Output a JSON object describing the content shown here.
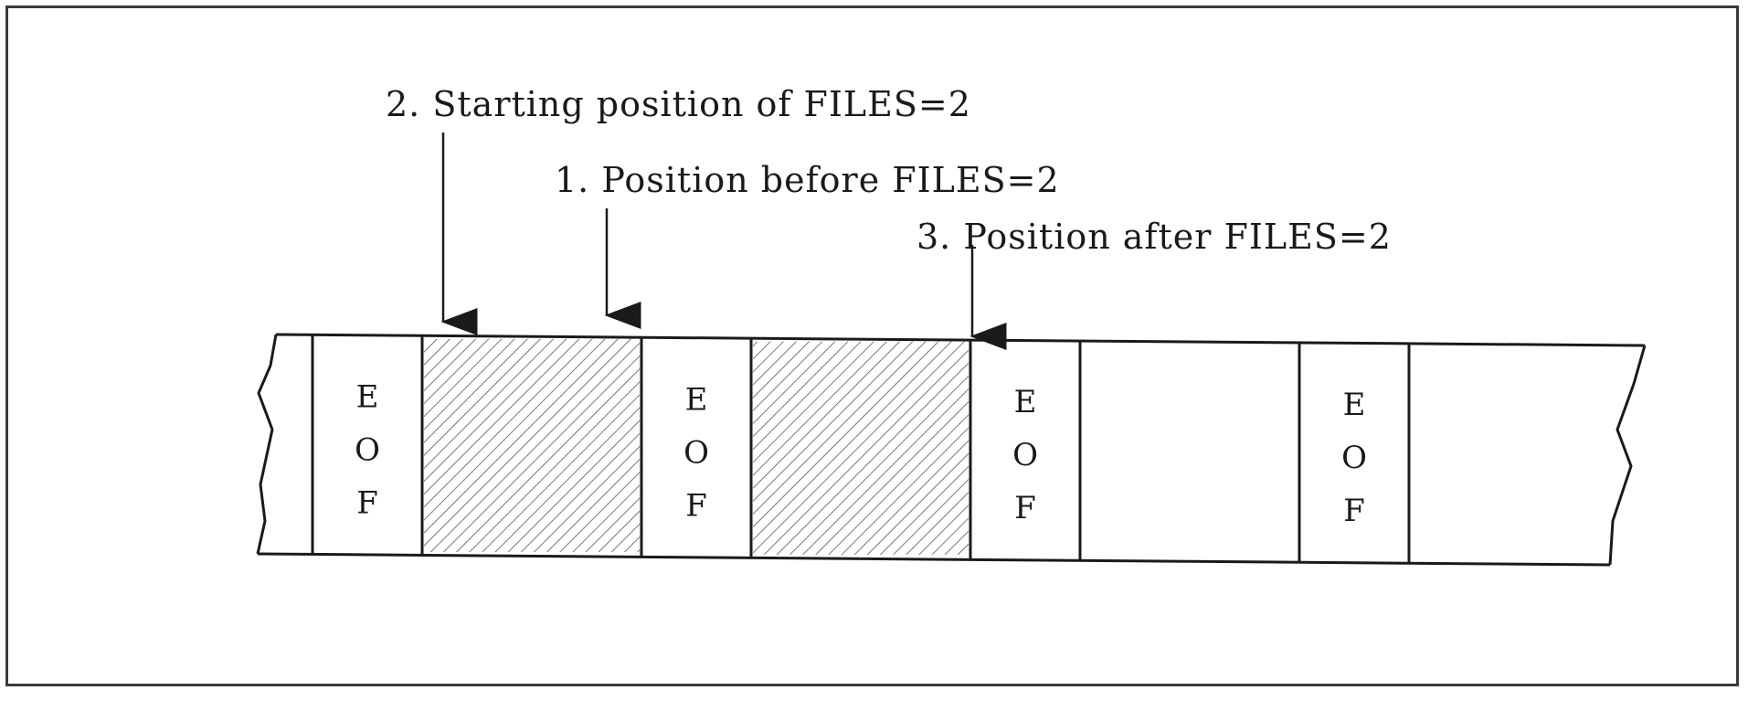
{
  "annotations": [
    {
      "number": "2.",
      "text": "Starting position of FILES=2"
    },
    {
      "number": "1.",
      "text": "Position before FILES=2"
    },
    {
      "number": "3.",
      "text": "Position after FILES=2"
    }
  ],
  "tape": {
    "segments": [
      {
        "kind": "eof",
        "letters": [
          "E",
          "O",
          "F"
        ]
      },
      {
        "kind": "hatched"
      },
      {
        "kind": "eof",
        "letters": [
          "E",
          "O",
          "F"
        ]
      },
      {
        "kind": "hatched"
      },
      {
        "kind": "eof",
        "letters": [
          "E",
          "O",
          "F"
        ]
      },
      {
        "kind": "blank"
      },
      {
        "kind": "eof",
        "letters": [
          "E",
          "O",
          "F"
        ]
      },
      {
        "kind": "blank"
      }
    ]
  },
  "colors": {
    "ink": "#1a1a1a",
    "hatch": "#555555"
  }
}
